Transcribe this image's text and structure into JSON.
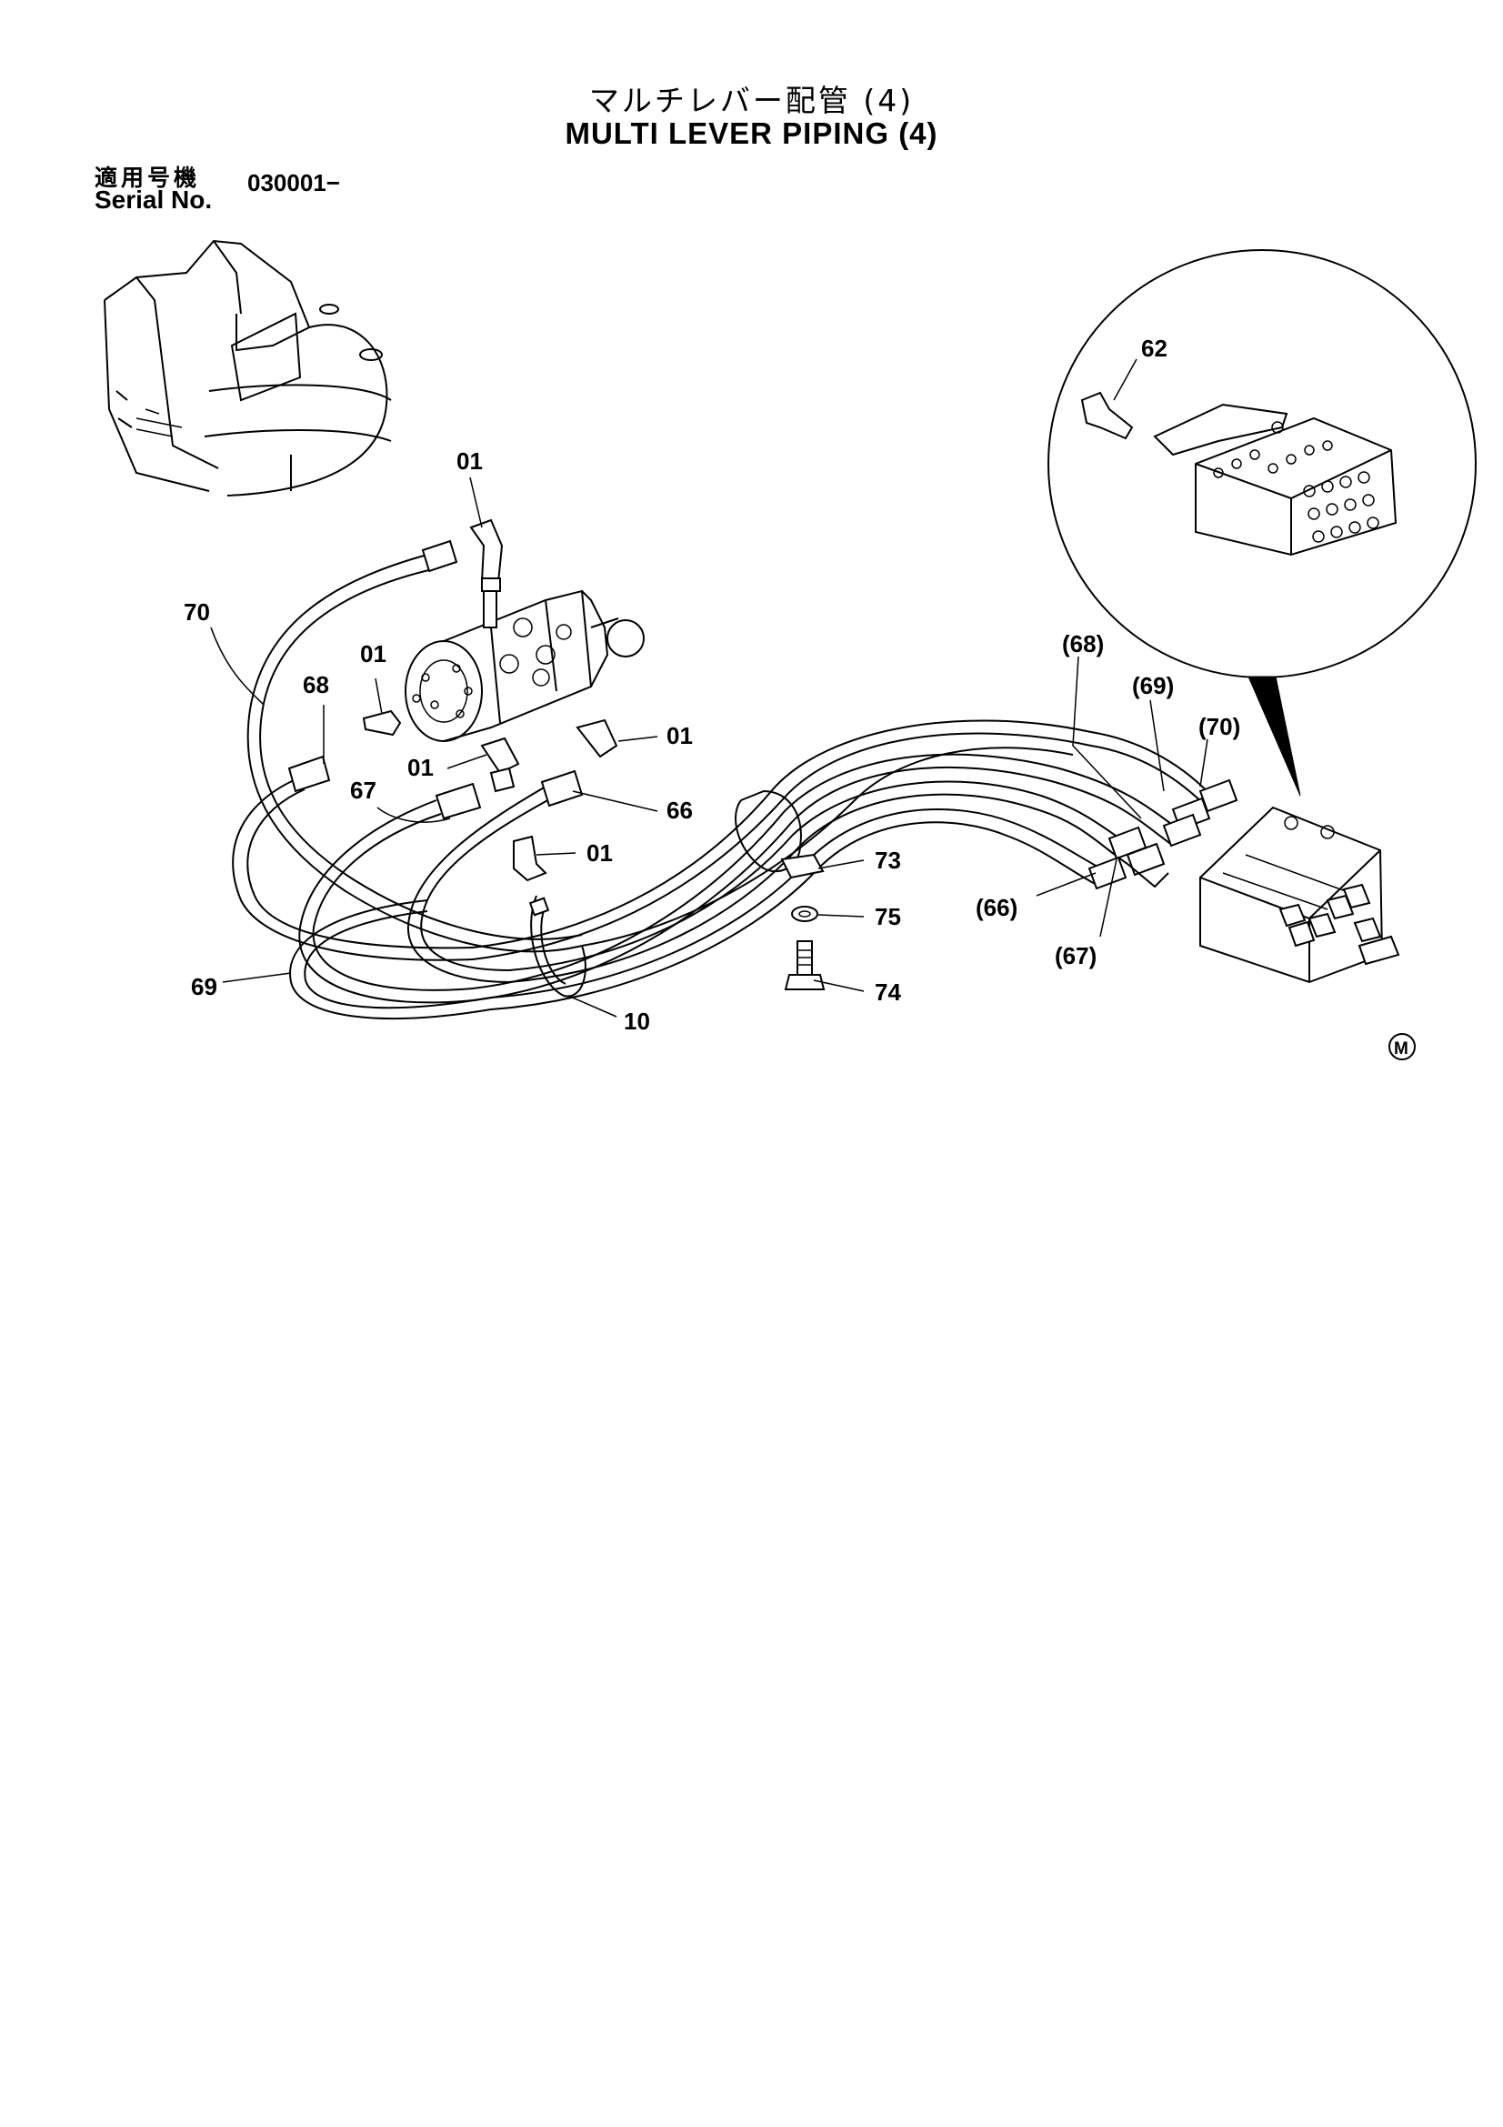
{
  "header": {
    "title_jp": "マルチレバー配管 (4)",
    "title_en": "MULTI LEVER PIPING (4)"
  },
  "serial": {
    "label_jp": "適用号機",
    "label_en": "Serial No.",
    "value": "030001−"
  },
  "callouts": {
    "c01_top": "01",
    "c01_left": "01",
    "c01_lower": "01",
    "c01_right": "01",
    "c01_bottom": "01",
    "c70": "70",
    "c68": "68",
    "c67": "67",
    "c66": "66",
    "c69": "69",
    "c10": "10",
    "c73": "73",
    "c75": "75",
    "c74": "74",
    "c62": "62",
    "p68": "(68)",
    "p69": "(69)",
    "p70": "(70)",
    "p66": "(66)",
    "p67": "(67)"
  },
  "mark": "M"
}
